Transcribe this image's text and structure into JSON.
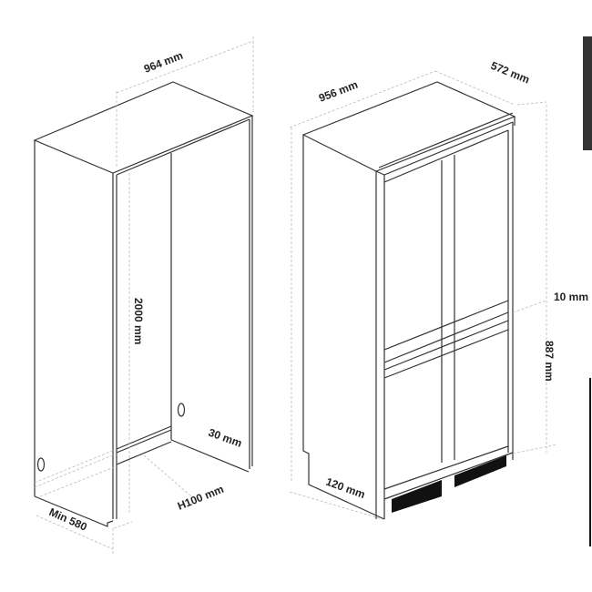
{
  "niche": {
    "width_label": "964 mm",
    "height_label": "2000 mm",
    "depth_label": "Min 580",
    "plinth_label": "H100 mm",
    "gap_label": "30 mm"
  },
  "appliance": {
    "width_label": "956 mm",
    "depth_label": "572 mm",
    "gap_label": "10 mm",
    "height_label": "887 mm",
    "plinth_label": "120 mm"
  },
  "colors": {
    "line": "#333333",
    "dimension": "#bbbbbb",
    "vent": "#111111"
  }
}
